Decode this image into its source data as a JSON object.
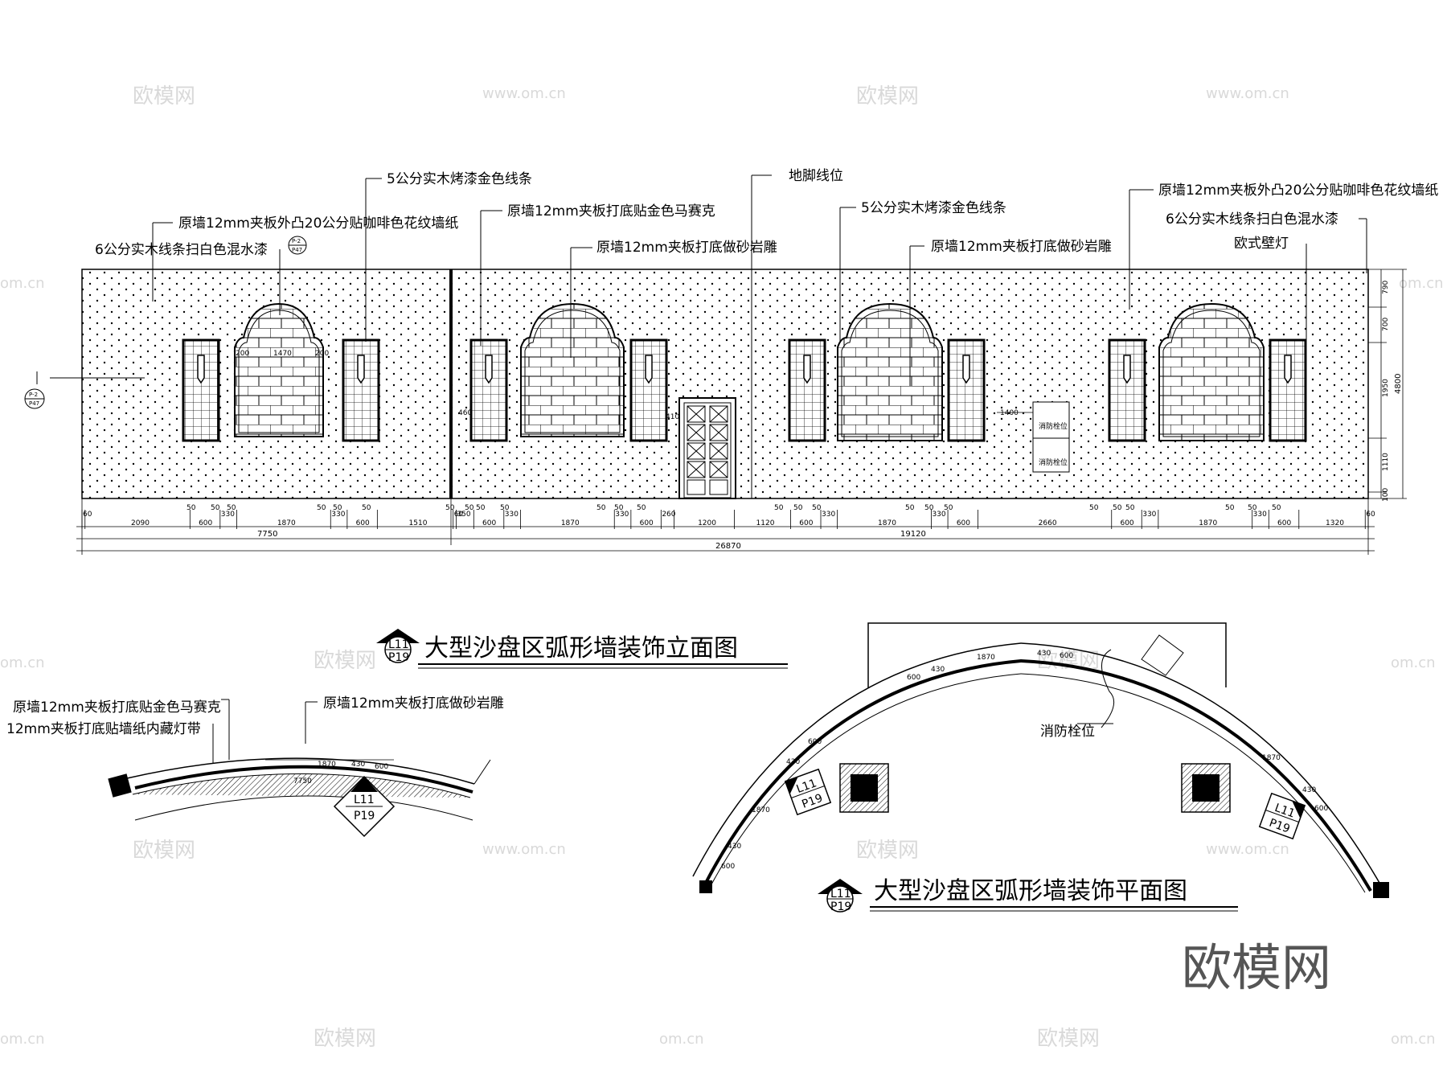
{
  "elevation": {
    "title": "大型沙盘区弧形墙装饰立面图",
    "tag_top": "L11",
    "tag_bottom": "P19",
    "callouts": {
      "left_gold_strip": "5公分实木烤漆金色线条",
      "left_wallpaper": "原墙12mm夹板外凸20公分贴咖啡色花纹墙纸",
      "left_white_trim": "6公分实木线条扫白色混水漆",
      "mosaic": "原墙12mm夹板打底贴金色马赛克",
      "skirting": "地脚线位",
      "sandstone_a": "原墙12mm夹板打底做砂岩雕",
      "right_gold_strip": "5公分实木烤漆金色线条",
      "sandstone_b": "原墙12mm夹板打底做砂岩雕",
      "right_wallpaper": "原墙12mm夹板外凸20公分贴咖啡色花纹墙纸",
      "right_white_trim": "6公分实木线条扫白色混水漆",
      "wall_lamp": "欧式壁灯"
    },
    "section_tag_top": "P-2",
    "section_tag_bottom": "P47",
    "arch_dims": [
      "200",
      "1470",
      "200"
    ],
    "hydrant_labels": [
      "消防栓位",
      "消防栓位"
    ],
    "label_1400": "1400",
    "label_460": "460",
    "label_410": "410",
    "dims_row1": [
      "60",
      "2090",
      "600",
      "330",
      "1870",
      "330",
      "600",
      "1510",
      "60",
      "350",
      "600",
      "330",
      "1870",
      "330",
      "600",
      "260",
      "1200",
      "1120",
      "600",
      "330",
      "1870",
      "330",
      "600",
      "2660",
      "600",
      "330",
      "1870",
      "330",
      "600",
      "1320",
      "60"
    ],
    "dims_row1_small": [
      "50",
      "50",
      "50",
      "50",
      "50",
      "50",
      "50",
      "50",
      "50",
      "50",
      "50",
      "50",
      "50",
      "50",
      "50",
      "50",
      "50",
      "50",
      "50",
      "50",
      "50",
      "50",
      "50",
      "50",
      "50"
    ],
    "dims_row2": [
      "7750",
      "19120"
    ],
    "dims_total": "26870",
    "vert_dims": [
      "790",
      "700",
      "1950",
      "1110",
      "100"
    ],
    "vert_total": "4800"
  },
  "small_plan": {
    "callout_mosaic": "原墙12mm夹板打底贴金色马赛克",
    "callout_wallpaper_led": "12mm夹板打底贴墙纸内藏灯带",
    "callout_sandstone": "原墙12mm夹板打底做砂岩雕",
    "dims": [
      "1870",
      "430",
      "600"
    ],
    "arc_dim": "7750",
    "tag_top": "L11",
    "tag_bottom": "P19"
  },
  "plan": {
    "title": "大型沙盘区弧形墙装饰平面图",
    "tag_top": "L11",
    "tag_bottom": "P19",
    "hydrant": "消防栓位",
    "dims_top": [
      "1870",
      "430",
      "600"
    ],
    "dims_left_upper": [
      "600",
      "430"
    ],
    "dims_left_mid": [
      "430",
      "600"
    ],
    "dims_left_lower": [
      "1870",
      "430",
      "600"
    ],
    "dims_right": [
      "1870",
      "430",
      "600"
    ]
  },
  "watermark": {
    "logo": "欧模网",
    "site": "www.om.cn",
    "site_short": "om.cn"
  }
}
